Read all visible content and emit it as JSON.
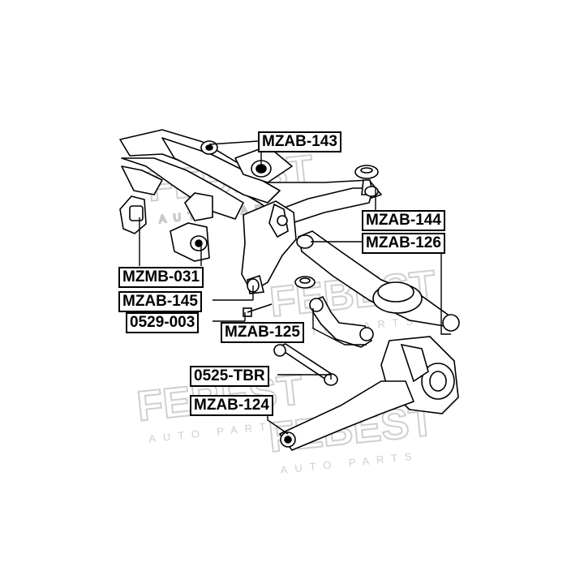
{
  "diagram": {
    "watermark": {
      "brand": "FEBEST",
      "subtitle": "AUTO PARTS"
    },
    "labels": {
      "mzab_143": "MZAB-143",
      "mzab_144": "MZAB-144",
      "mzab_126": "MZAB-126",
      "mzmb_031": "MZMB-031",
      "mzab_145": "MZAB-145",
      "code_0529_003": "0529-003",
      "mzab_125": "MZAB-125",
      "code_0525_tbr": "0525-TBR",
      "mzab_124": "MZAB-124"
    },
    "colors": {
      "ink": "#000000",
      "watermark": "#c8c8c8",
      "background": "#ffffff"
    }
  }
}
